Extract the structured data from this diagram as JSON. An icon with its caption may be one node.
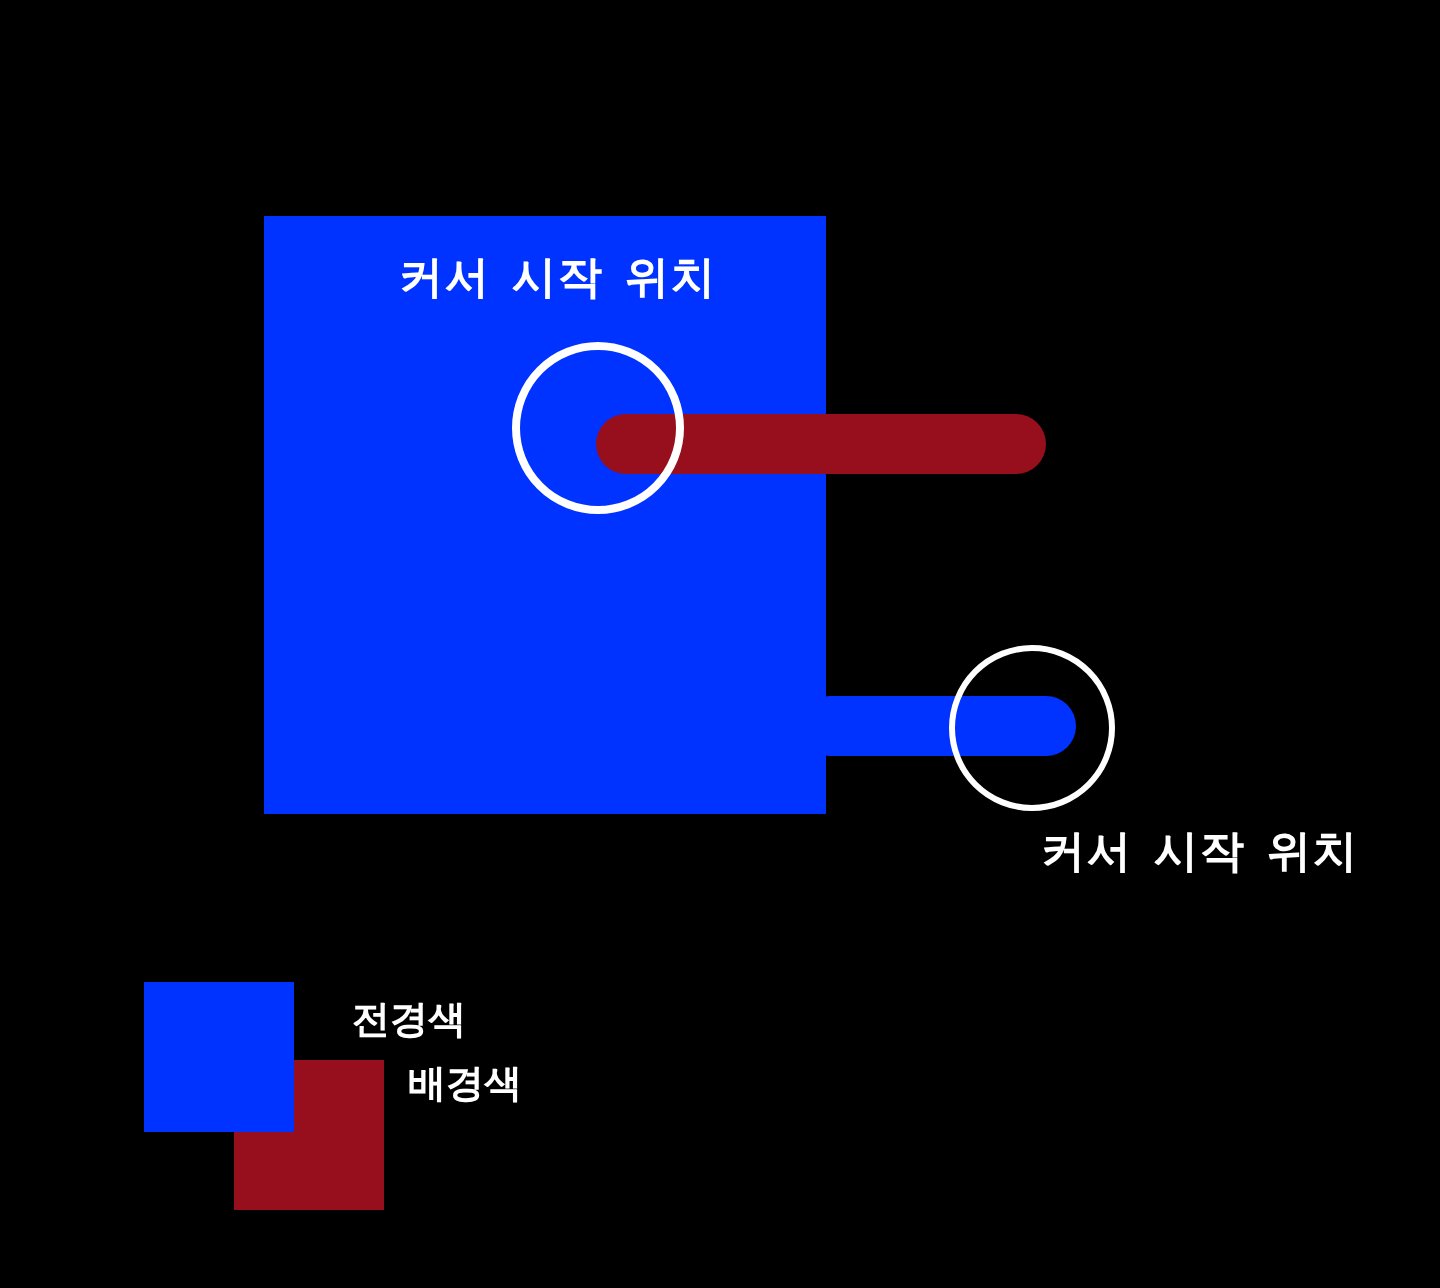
{
  "diagram": {
    "labels": [
      "커서 시작 위치",
      "커서 시작 위치"
    ],
    "legend": [
      {
        "text": "전경색",
        "color": "#0033ff"
      },
      {
        "text": "배경색",
        "color": "#970f1c"
      }
    ]
  }
}
